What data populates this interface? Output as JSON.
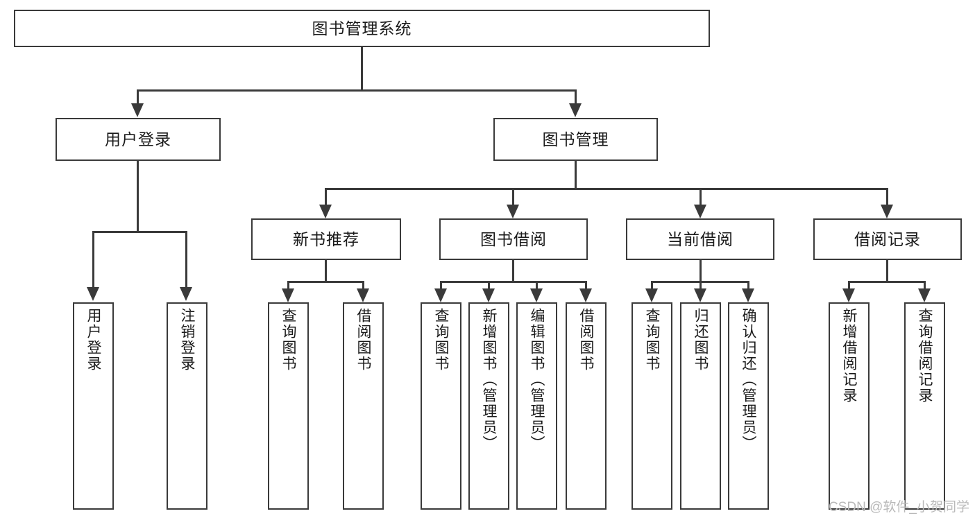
{
  "diagram": {
    "type": "tree-hierarchy-chart",
    "title": "图书管理系统",
    "orientation": "top-down",
    "colors": {
      "box_border": "#3a3a3a",
      "box_fill": "#ffffff",
      "connector": "#3a3a3a",
      "text": "#1a1a1a",
      "watermark": "#b9b9b9",
      "background": "#ffffff"
    },
    "root": {
      "label": "图书管理系统"
    },
    "level2": [
      {
        "label": "用户登录"
      },
      {
        "label": "图书管理"
      }
    ],
    "level3": [
      {
        "label": "新书推荐"
      },
      {
        "label": "图书借阅"
      },
      {
        "label": "当前借阅"
      },
      {
        "label": "借阅记录"
      }
    ],
    "leaves": {
      "user_login": [
        {
          "label": "用户登录"
        },
        {
          "label": "注销登录"
        }
      ],
      "new_book_recommend": [
        {
          "label": "查询图书"
        },
        {
          "label": "借阅图书"
        }
      ],
      "book_borrow": [
        {
          "label": "查询图书"
        },
        {
          "label": "新增图书（管理员）"
        },
        {
          "label": "编辑图书（管理员）"
        },
        {
          "label": "借阅图书"
        }
      ],
      "current_borrow": [
        {
          "label": "查询图书"
        },
        {
          "label": "归还图书"
        },
        {
          "label": "确认归还（管理员）"
        }
      ],
      "borrow_record": [
        {
          "label": "新增借阅记录"
        },
        {
          "label": "查询借阅记录"
        }
      ]
    }
  },
  "watermark": {
    "text": "CSDN @软件_小贺同学"
  }
}
